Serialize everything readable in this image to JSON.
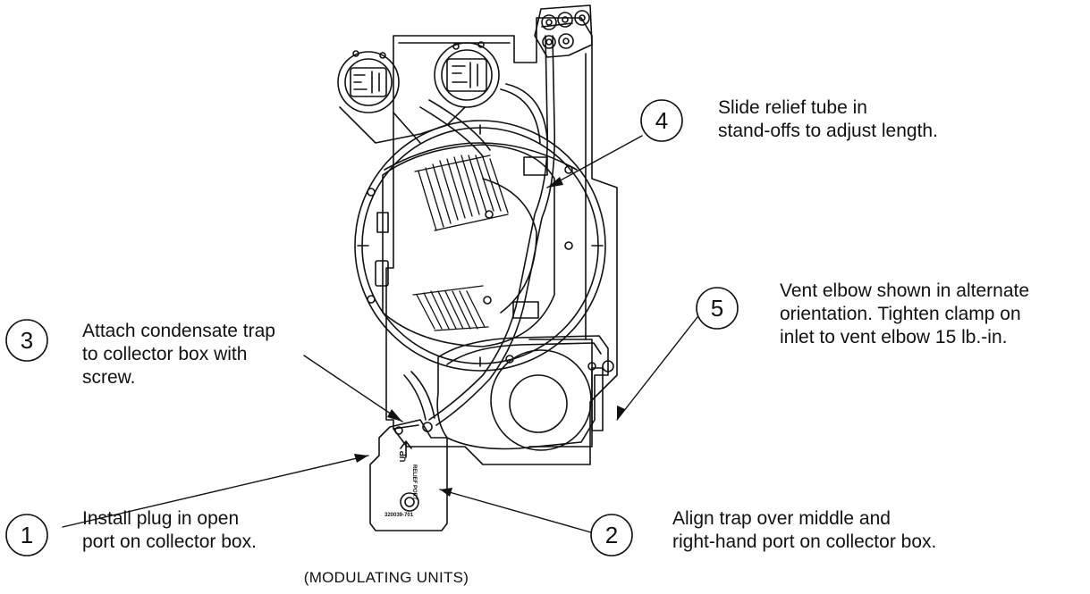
{
  "callouts": [
    {
      "number": "1",
      "text": "Install plug in open\nport on collector box."
    },
    {
      "number": "2",
      "text": "Align trap over middle and\nright-hand port on collector box."
    },
    {
      "number": "3",
      "text": "Attach condensate trap\nto collector box with\nscrew."
    },
    {
      "number": "4",
      "text": "Slide relief tube in\nstand-offs to adjust length."
    },
    {
      "number": "5",
      "text": "Vent elbow shown in alternate\norientation.  Tighten clamp on\ninlet to vent elbow 15 lb.-in."
    }
  ],
  "trap_labels": {
    "up": "UP",
    "relief_port": "RELIEF PORT",
    "part_number": "320039-701"
  },
  "caption": "(MODULATING UNITS)"
}
